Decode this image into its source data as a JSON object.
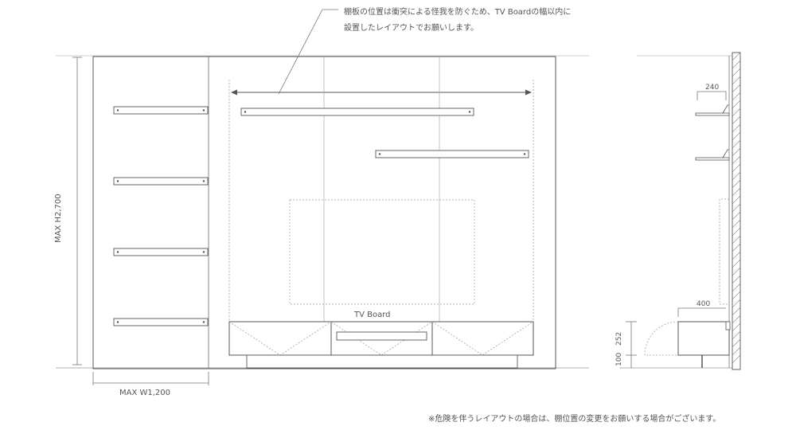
{
  "annotations": {
    "top_note_line1": "棚板の位置は衝突による怪我を防ぐため、TV Boardの幅以内に",
    "top_note_line2": "設置したレイアウトでお願いします。",
    "tv_board_label": "TV Board",
    "bottom_note": "※危険を伴うレイアウトの場合は、棚位置の変更をお願いする場合がございます。"
  },
  "dimensions": {
    "max_height": "MAX  H2,700",
    "max_width": "MAX  W1,200",
    "shelf_depth": "240",
    "board_depth": "400",
    "board_height": "252",
    "leg_height": "100"
  },
  "colors": {
    "line": "#555555",
    "dashed": "#999999",
    "light": "#bbbbbb"
  }
}
